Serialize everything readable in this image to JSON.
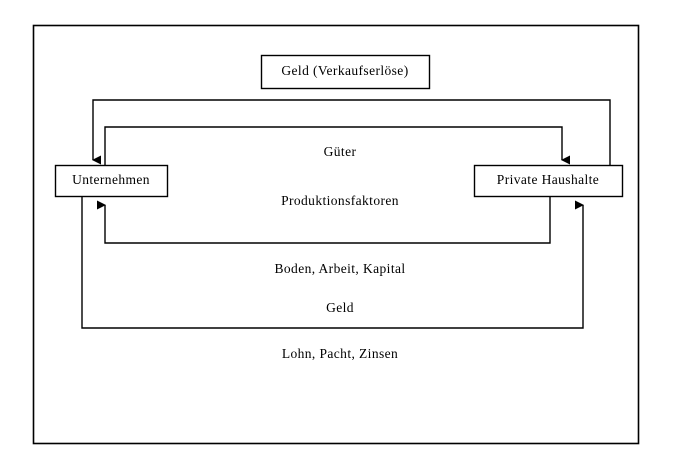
{
  "diagram": {
    "title_text": "Geld (Verkaufserlöse)",
    "frame": {
      "name": "outer-frame"
    },
    "nodes": {
      "money_box": "Geld (Verkaufserlöse)",
      "firms_box": "Unternehmen",
      "households_box": "Private Haushalte"
    },
    "flow_labels": {
      "goods": "Güter",
      "production_factors": "Produktionsfaktoren",
      "factors_detail": "Boden, Arbeit, Kapital",
      "money": "Geld",
      "incomes": "Lohn, Pacht, Zinsen"
    },
    "colors": {
      "stroke": "#000000",
      "background": "#ffffff",
      "text": "#000000"
    }
  }
}
